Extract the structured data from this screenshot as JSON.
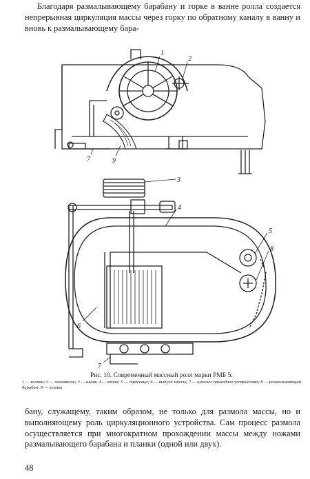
{
  "text": {
    "top_paragraph": "Благодаря размалывающему барабану и горке в ванне ролла создается непрерывная циркуляция массы через горку по обратному каналу в ванну и вновь к размалывающему бара-",
    "caption": "Рис. 10. Современный массный ролл марки РМБ 5:",
    "legend": "1 — колпак; 2 — маховичок; 3 — шкив; 4 — ванна; 5 — трясавца; 6 — выпуск массы; 7 — нижнее приводное устройство; 8 — размалывающий барабан; 9 — планка",
    "bottom_paragraph": "бану, служащему, таким образом, не только для размола массы, но и выполняющему роль циркуляционного устройства. Сам процесс размола осуществляется при многократном прохождении массы между ножами размалывающего барабана и планки (одной или двух).",
    "page_number": "48"
  },
  "figure": {
    "labels": [
      "1",
      "2",
      "7",
      "9",
      "3",
      "4",
      "5",
      "8",
      "6",
      "7"
    ]
  }
}
